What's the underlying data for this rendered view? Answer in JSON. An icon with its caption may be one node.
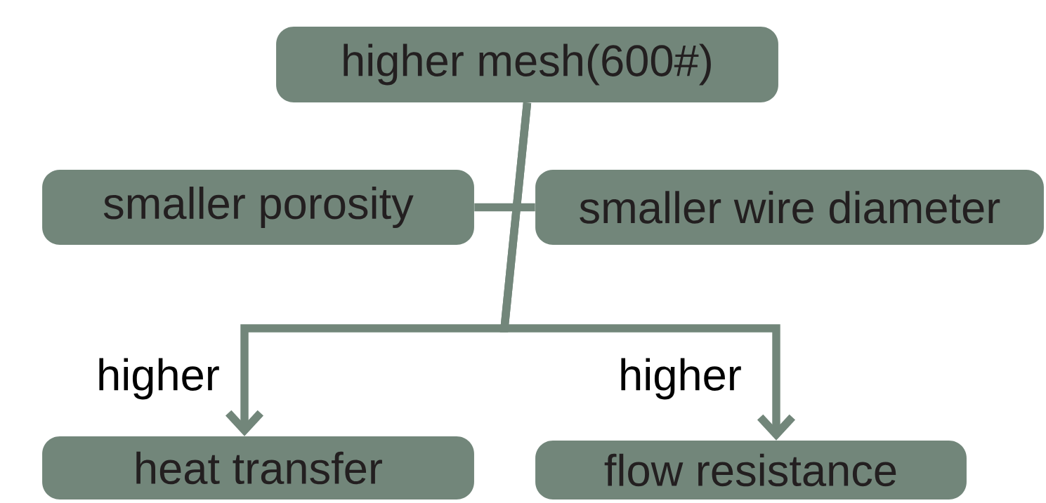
{
  "diagram": {
    "nodes": [
      {
        "text": [
          "higher mesh(600#)"
        ]
      },
      {
        "text": [
          "smaller porosity"
        ]
      },
      {
        "text": [
          "smaller wire diameter"
        ]
      },
      {
        "text": [
          "heat transfer"
        ]
      },
      {
        "text": [
          "flow resistance"
        ]
      }
    ],
    "edges": [
      {
        "from": 0,
        "to": 3,
        "arrow": "to",
        "label": "higher"
      },
      {
        "from": 0,
        "to": 4,
        "arrow": "to",
        "label": "higher"
      },
      {
        "from": 1,
        "to": 2,
        "arrow": "none"
      }
    ]
  }
}
